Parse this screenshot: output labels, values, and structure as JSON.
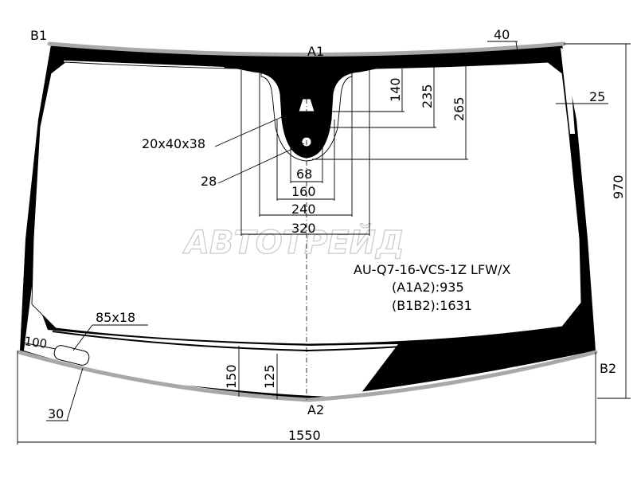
{
  "part_code": "AU-Q7-16-VCS-1Z LFW/X",
  "measurements": {
    "a1a2": "(A1A2):935",
    "b1b2": "(B1B2):1631"
  },
  "watermark": "АВТОТРЕЙД",
  "points": {
    "a1": "A1",
    "a2": "A2",
    "b1": "B1",
    "b2": "B2"
  },
  "dimensions": {
    "top_edge": "40",
    "side_edge": "25",
    "height": "970",
    "width": "1550",
    "d140": "140",
    "d235": "235",
    "d265": "265",
    "sensor_size": "20x40x38",
    "sensor_circle": "28",
    "w68": "68",
    "w160": "160",
    "w240": "240",
    "w320": "320",
    "vin_window": "85x18",
    "vin_offset": "100",
    "vin_edge": "30",
    "d150": "150",
    "d125": "125"
  },
  "colors": {
    "frit": "#000000",
    "edge": "#a8a8a8",
    "watermark": "#c9c9c9"
  }
}
